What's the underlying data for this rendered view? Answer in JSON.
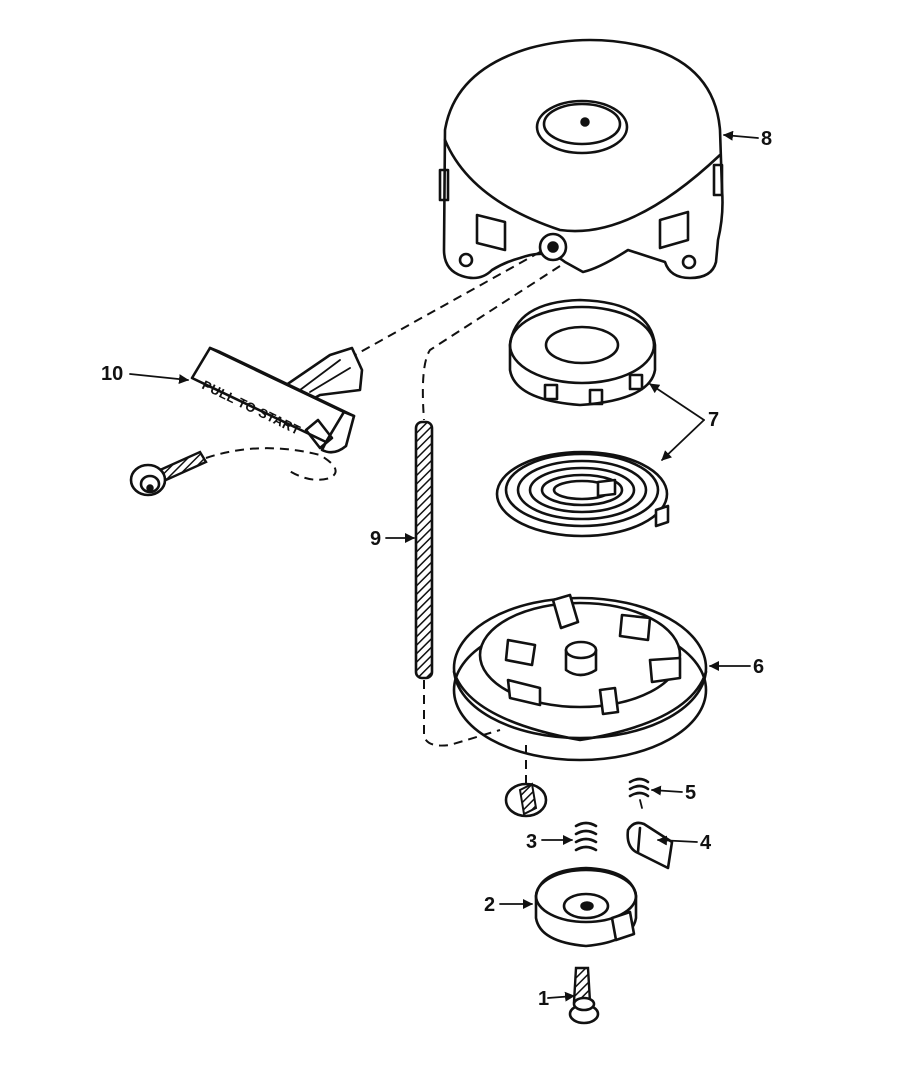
{
  "callouts": [
    {
      "id": "1",
      "label": "1"
    },
    {
      "id": "2",
      "label": "2"
    },
    {
      "id": "3",
      "label": "3"
    },
    {
      "id": "4",
      "label": "4"
    },
    {
      "id": "5",
      "label": "5"
    },
    {
      "id": "6",
      "label": "6"
    },
    {
      "id": "7",
      "label": "7"
    },
    {
      "id": "8",
      "label": "8"
    },
    {
      "id": "9",
      "label": "9"
    },
    {
      "id": "10",
      "label": "10"
    }
  ],
  "handle_decal": "PULL TO START"
}
